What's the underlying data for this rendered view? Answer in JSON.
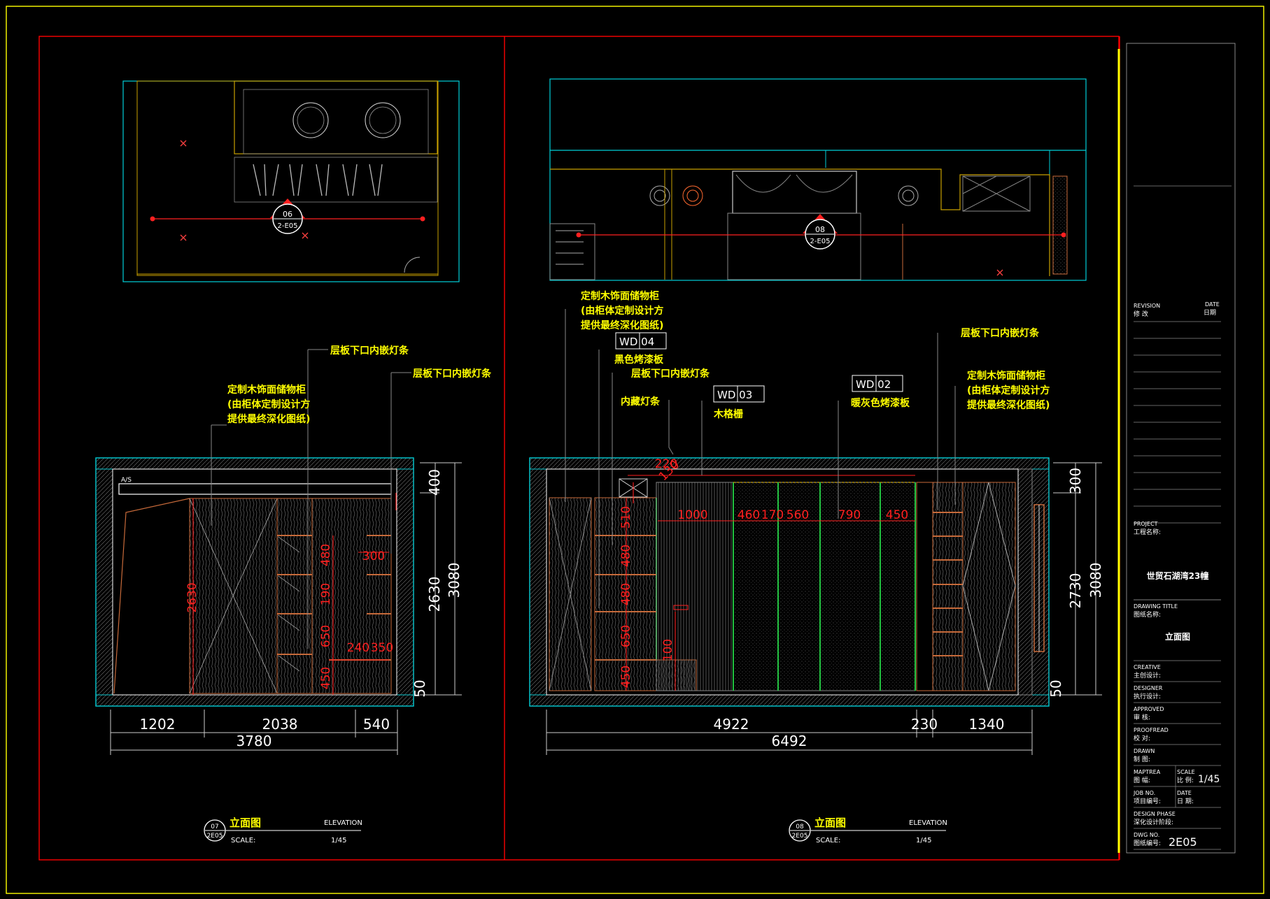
{
  "left_drawing": {
    "plan_marker": {
      "number": "06",
      "sheet": "2-E05"
    },
    "rail_label": "A/S",
    "annotations": {
      "cabinet_line1": "定制木饰面储物柜",
      "cabinet_line2": "(由柜体定制设计方",
      "cabinet_line3": "提供最终深化图纸)",
      "strip_a": "层板下口内嵌灯条",
      "strip_b": "层板下口内嵌灯条"
    },
    "dims_bottom": [
      "1202",
      "2038",
      "540",
      "3780"
    ],
    "dims_right": [
      "400",
      "2630",
      "3080",
      "50"
    ],
    "dims_inner": [
      "2630",
      "480",
      "190",
      "650",
      "450",
      "300",
      "240",
      "350"
    ],
    "title_block": {
      "number": "07",
      "sheet": "2E05",
      "title": "立面图",
      "en": "ELEVATION",
      "scale_label": "SCALE:",
      "scale": "1/45"
    }
  },
  "right_drawing": {
    "plan_marker": {
      "number": "08",
      "sheet": "2-E05"
    },
    "annotations": {
      "cabinet_line1": "定制木饰面储物柜",
      "cabinet_line2": "(由柜体定制设计方",
      "cabinet_line3": "提供最终深化图纸)",
      "tag1": "WD 04",
      "tag1_desc": "黑色烤漆板",
      "strip_left": "层板下口内嵌灯条",
      "hidden_strip": "内藏灯条",
      "tag2": "WD 03",
      "tag2_desc": "木格栅",
      "tag3": "WD 02",
      "tag3_desc": "暖灰色烤漆板",
      "strip_right": "层板下口内嵌灯条",
      "cabinet_r_line1": "定制木饰面储物柜",
      "cabinet_r_line2": "(由柜体定制设计方",
      "cabinet_r_line3": "提供最终深化图纸)"
    },
    "dims_bottom": [
      "4922",
      "230",
      "1340",
      "6492"
    ],
    "dims_right": [
      "300",
      "2730",
      "3080",
      "50"
    ],
    "dims_top_inner": [
      "220",
      "130",
      "1000",
      "460",
      "170",
      "560",
      "790",
      "450"
    ],
    "dims_left_inner": [
      "510",
      "480",
      "480",
      "650",
      "450",
      "100"
    ],
    "title_block": {
      "number": "08",
      "sheet": "2E05",
      "title": "立面图",
      "en": "ELEVATION",
      "scale_label": "SCALE:",
      "scale": "1/45"
    }
  },
  "title_block": {
    "revision_label": "REVISION",
    "revision_cn": "修 改",
    "date_label": "DATE",
    "date_cn": "日期",
    "project_label": "PROJECT",
    "project_cn": "工程名称:",
    "project_name": "世贸石湖湾23幢",
    "drawing_title_label": "DRAWING TITLE",
    "drawing_title_cn": "图纸名称:",
    "drawing_title": "立面图",
    "creative_label": "CREATIVE",
    "creative_cn": "主创设计:",
    "designer_label": "DESIGNER",
    "designer_cn": "执行设计:",
    "approved_label": "APPROVED",
    "approved_cn": "审 核:",
    "proofread_label": "PROOFREAD",
    "proofread_cn": "校 对:",
    "drawn_label": "DRAWN",
    "drawn_cn": "制 图:",
    "maptrea_label": "MAPTREA",
    "maptrea_cn": "图 幅:",
    "scale_label": "SCALE",
    "scale_cn": "比 例:",
    "scale_value": "1/45",
    "job_label": "JOB NO.",
    "job_cn": "项目编号:",
    "date2_label": "DATE",
    "date2_cn": "日 期:",
    "design_label": "DESIGN PHASE",
    "design_cn": "深化设计阶段:",
    "dwg_label": "DWG NO.",
    "dwg_cn": "图纸编号:",
    "dwg_no": "2E05"
  },
  "colors": {
    "background": "#000000",
    "frame": "#ffff00",
    "border": "#ff0000",
    "wall": "#00cfd8",
    "dimension": "#ff2020",
    "text": "#ffff00"
  }
}
